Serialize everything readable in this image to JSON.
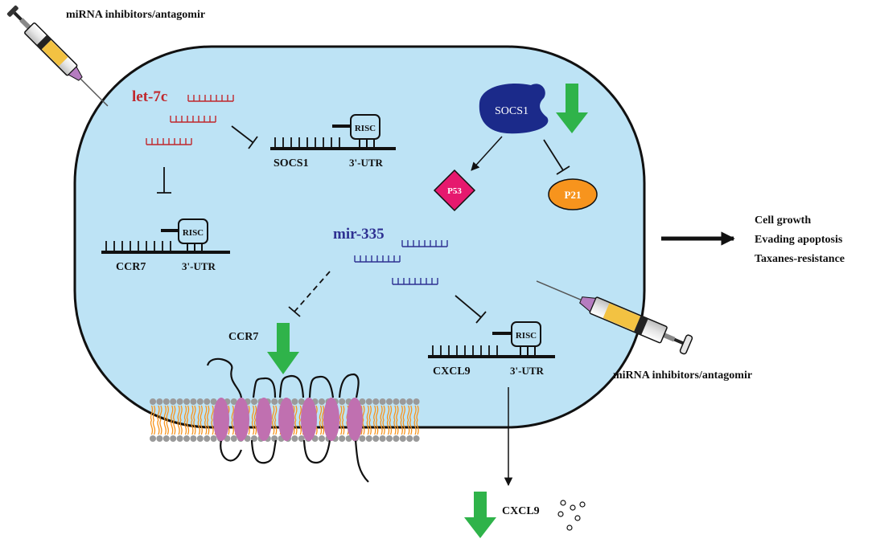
{
  "labels": {
    "injector_top": "miRNA  inhibitors/antagomir",
    "injector_bottom": "miRNA  inhibitors/antagomir",
    "let7c": "let-7c",
    "mir335": "mir-335",
    "socs1_gene": "SOCS1",
    "ccr7_gene": "CCR7",
    "cxcl9_gene": "CXCL9",
    "utr": "3'-UTR",
    "risc": "RISC",
    "socs1_protein": "SOCS1",
    "p53": "P53",
    "p21": "P21",
    "ccr7_receptor": "CCR7",
    "cxcl9_secreted": "CXCL9"
  },
  "outcomes": [
    "Cell growth",
    "Evading apoptosis",
    "Taxanes-resistance"
  ],
  "colors": {
    "cell_fill": "#bde3f5",
    "let7c": "#c0282d",
    "mir335": "#2e3192",
    "socs1_protein": "#1b2a8a",
    "p53": "#e6196e",
    "p21": "#f7941d",
    "down_arrow": "#2fb34a",
    "receptor": "#c070b0",
    "lipid_tail": "#f7941d",
    "lipid_head": "#9a9a9a"
  },
  "icons": [
    "syringe-icon",
    "down-arrow-icon",
    "risc-complex-icon",
    "lipid-bilayer-icon"
  ]
}
